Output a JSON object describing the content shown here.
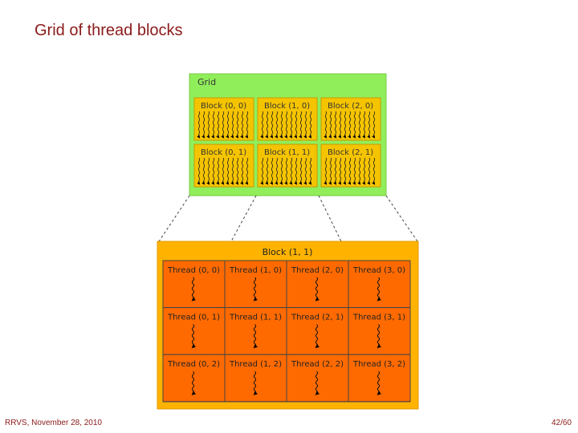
{
  "slide": {
    "title": "Grid of thread blocks",
    "footer_left": "RRVS,  November 28, 2010",
    "footer_right": "42/60"
  },
  "grid": {
    "label": "Grid",
    "blocks": [
      [
        "Block (0, 0)",
        "Block (1, 0)",
        "Block (2, 0)"
      ],
      [
        "Block (0, 1)",
        "Block (1, 1)",
        "Block (2, 1)"
      ]
    ]
  },
  "block_detail": {
    "label": "Block (1, 1)",
    "threads": [
      [
        "Thread (0, 0)",
        "Thread (1, 0)",
        "Thread (2, 0)",
        "Thread (3, 0)"
      ],
      [
        "Thread (0, 1)",
        "Thread (1, 1)",
        "Thread (2, 1)",
        "Thread (3, 1)"
      ],
      [
        "Thread (0, 2)",
        "Thread (1, 2)",
        "Thread (2, 2)",
        "Thread (3, 2)"
      ]
    ]
  },
  "colors": {
    "title": "#8b1a1a",
    "grid_bg": "#90ee5a",
    "block_bg": "#f5c400",
    "detail_bg": "#ffb300",
    "thread_bg": "#ff6a00"
  }
}
